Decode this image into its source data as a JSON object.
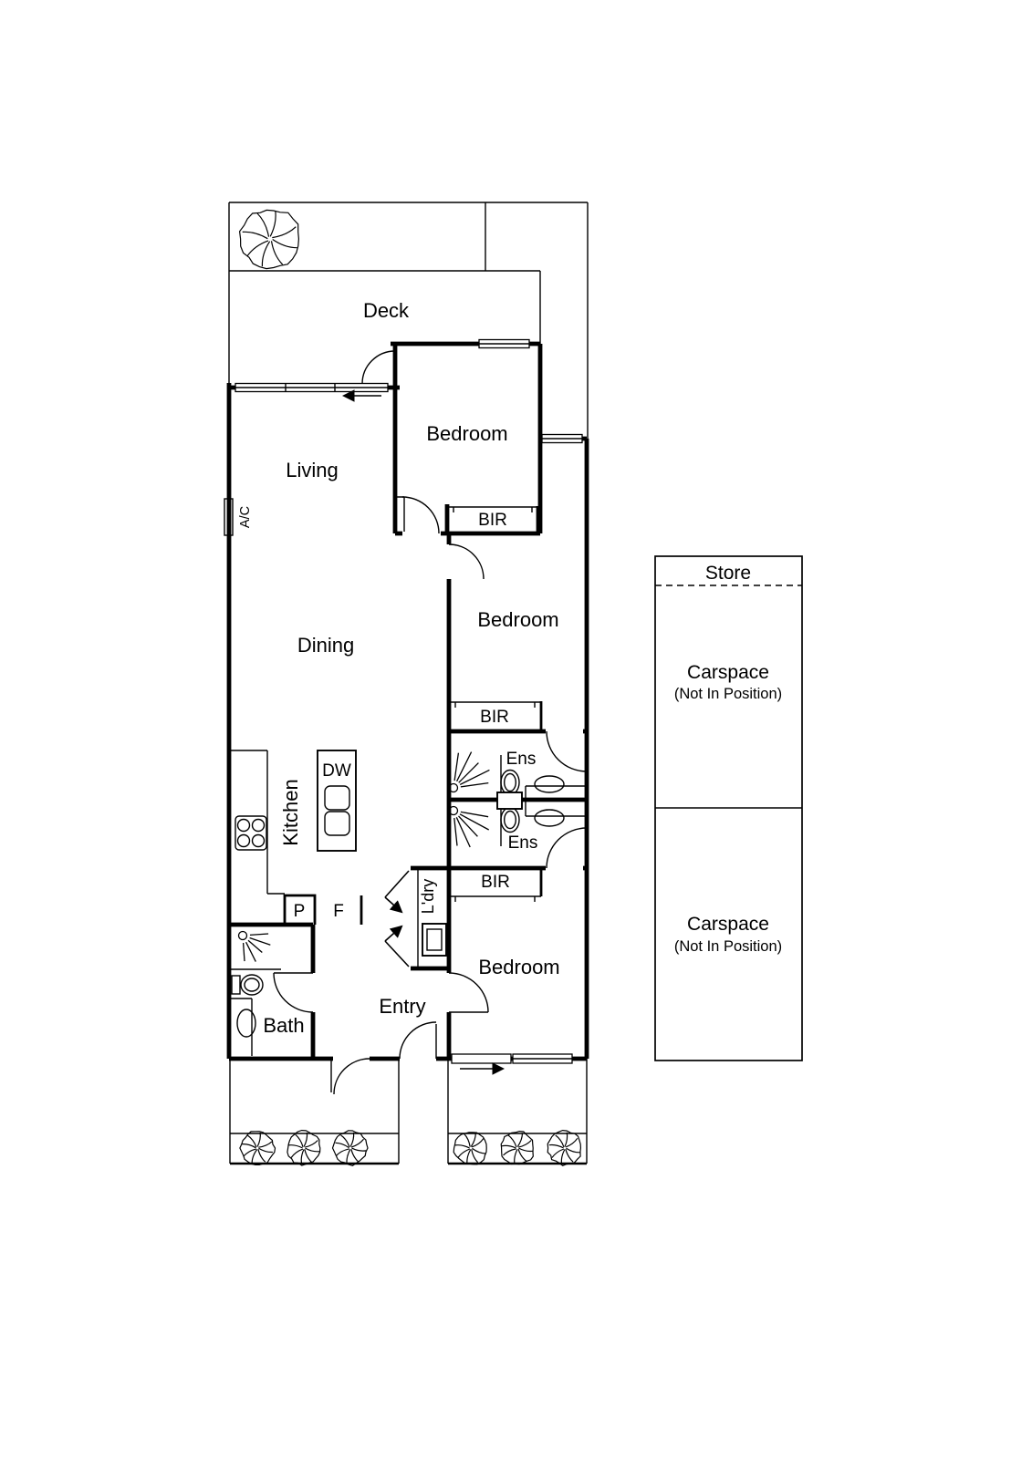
{
  "plan": {
    "rooms": {
      "deck": "Deck",
      "living": "Living",
      "dining": "Dining",
      "kitchen": "Kitchen",
      "bedroom_1": "Bedroom",
      "bedroom_2": "Bedroom",
      "bedroom_3": "Bedroom",
      "bath": "Bath",
      "entry": "Entry",
      "laundry": "L'dry",
      "ensuite_upper": "Ens",
      "ensuite_lower": "Ens"
    },
    "storage": {
      "bir_1": "BIR",
      "bir_2": "BIR",
      "bir_3": "BIR"
    },
    "fixtures": {
      "dishwasher": "DW",
      "pantry": "P",
      "fridge": "F",
      "air_conditioner": "A/C"
    },
    "outbuilding": {
      "store_label": "Store",
      "carspace_upper": {
        "label": "Carspace",
        "note": "(Not In Position)"
      },
      "carspace_lower": {
        "label": "Carspace",
        "note": "(Not In Position)"
      }
    },
    "colors": {
      "line": "#000000",
      "background": "#ffffff"
    }
  }
}
